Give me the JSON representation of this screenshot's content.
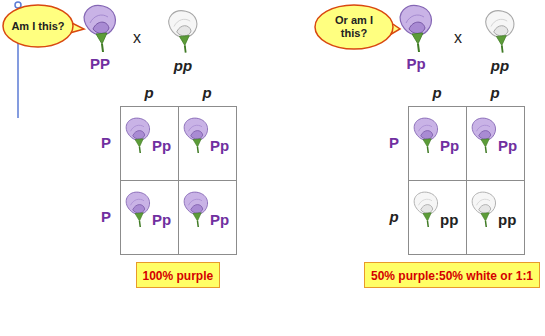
{
  "diagram": {
    "nodes": [
      {
        "text": [
          "Am I this?"
        ]
      },
      {
        "text": [
          "Or am I this?"
        ]
      },
      {
        "text": [
          "Pp"
        ]
      },
      {
        "text": [
          "Pp"
        ]
      },
      {
        "text": [
          "Pp"
        ]
      },
      {
        "text": [
          "Pp"
        ]
      },
      {
        "text": [
          "Pp"
        ]
      },
      {
        "text": [
          "Pp"
        ]
      },
      {
        "text": [
          "pp"
        ]
      },
      {
        "text": [
          "pp"
        ]
      },
      {
        "text": [
          "100% purple"
        ]
      },
      {
        "text": [
          "50% purple:50% white or 1:1"
        ]
      }
    ],
    "labels": [
      "PP",
      "x",
      "pp",
      "Pp",
      "x",
      "pp",
      "p",
      "p",
      "p",
      "p",
      "P",
      "P",
      "P",
      "p"
    ]
  }
}
